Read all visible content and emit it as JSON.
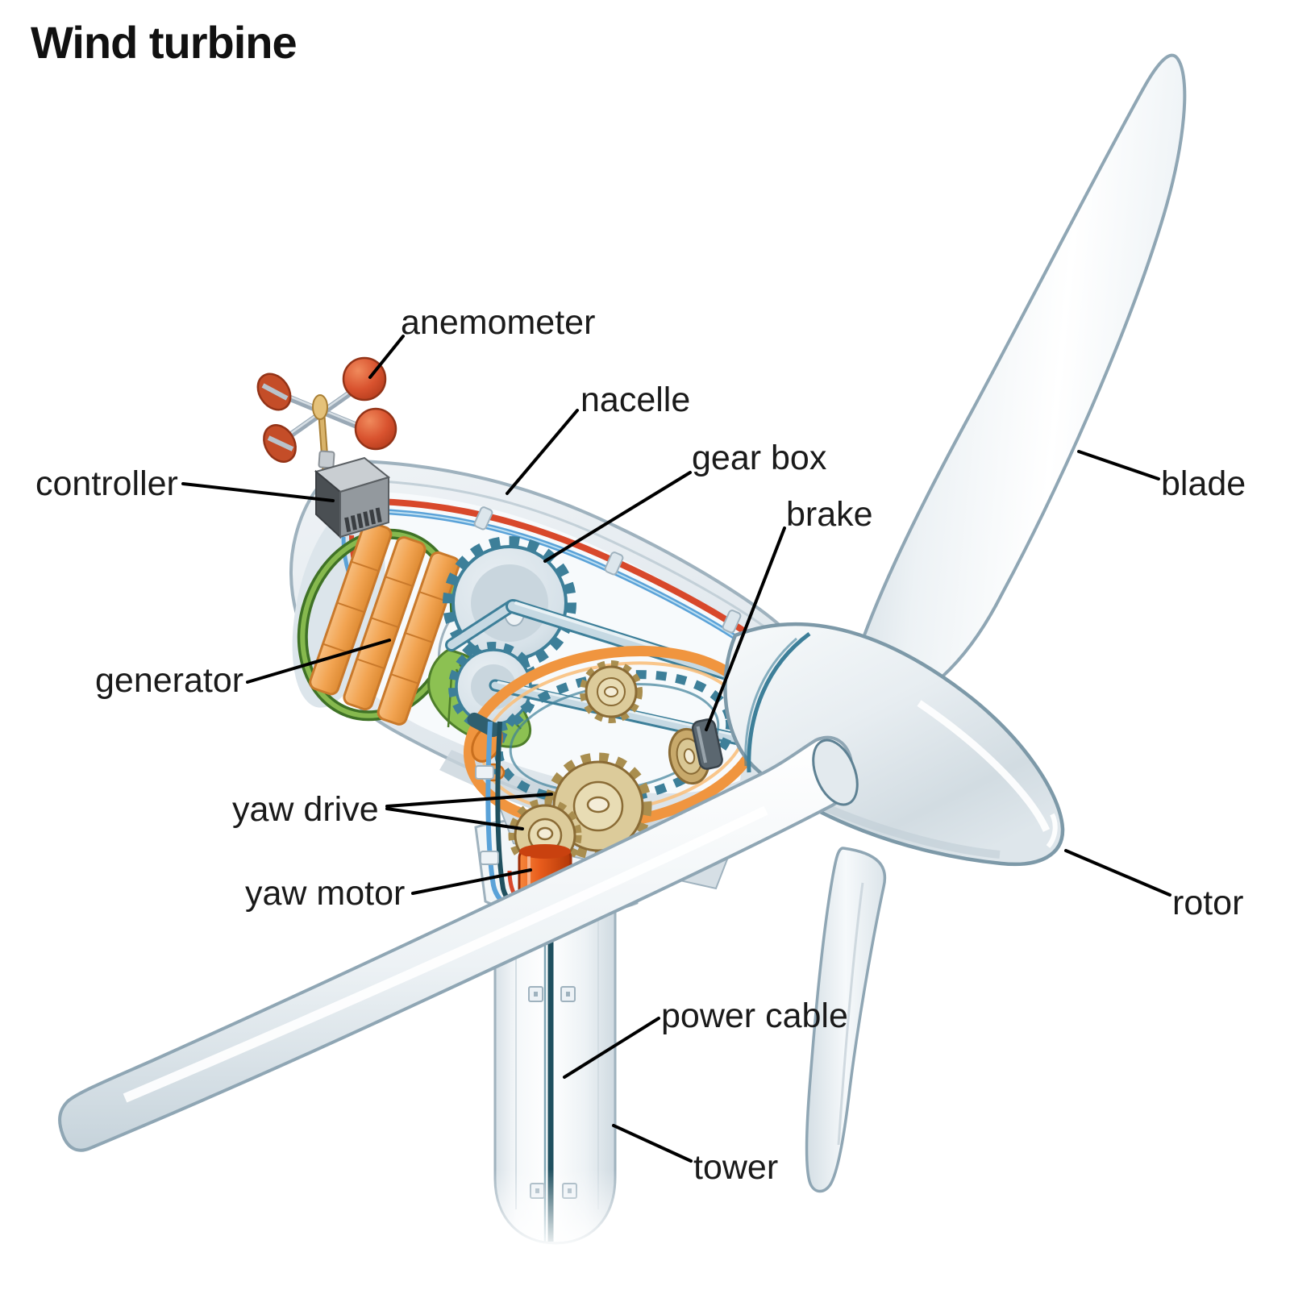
{
  "title": "Wind turbine",
  "labels": {
    "anemometer": "anemometer",
    "nacelle": "nacelle",
    "gear_box": "gear box",
    "brake": "brake",
    "blade": "blade",
    "controller": "controller",
    "generator": "generator",
    "yaw_drive": "yaw drive",
    "yaw_motor": "yaw motor",
    "power_cable": "power cable",
    "tower": "tower",
    "rotor": "rotor"
  },
  "colors": {
    "label_text": "#1a1a1a",
    "leader": "#000000",
    "outline": "#8fa6b4",
    "teal": "#3d7f99",
    "orange_ring": "#f0953f",
    "tan_gear": "#dccb9a",
    "tan_outline": "#8a6b35",
    "red_orange": "#d9532f",
    "green_dark": "#4e7e2b",
    "green": "#8cc152",
    "red_cable": "#d8482b",
    "blue_cable": "#5aa2d8",
    "body_fill": "#e8eef2"
  }
}
